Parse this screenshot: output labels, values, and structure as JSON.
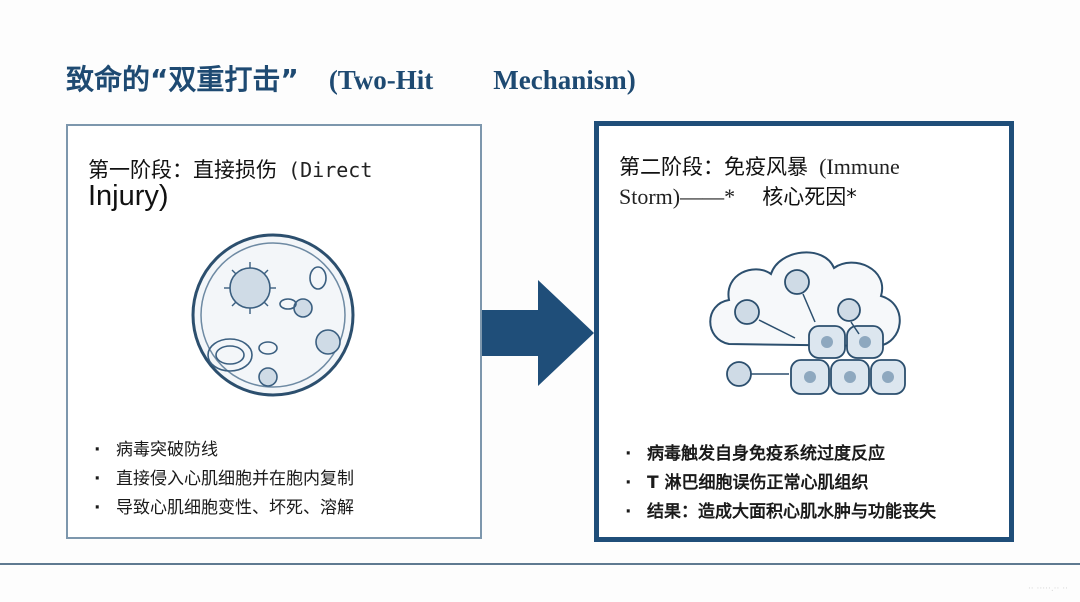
{
  "title": {
    "zh": "致命的“双重打击”",
    "en_part1": "(Two-Hit",
    "en_part2": "Mechanism)"
  },
  "left_panel": {
    "heading_zh": "第一阶段：直接损伤",
    "heading_en_1": "(Direct",
    "heading_en_2": "Injury)",
    "illustration": "virus-infected-cell-icon",
    "bullets": [
      "病毒突破防线",
      "直接侵入心肌细胞并在胞内复制",
      "导致心肌细胞变性、坏死、溶解"
    ]
  },
  "arrow": {
    "icon": "right-arrow-icon",
    "color": "#1f4e79"
  },
  "right_panel": {
    "heading_zh": "第二阶段：免疫风暴",
    "heading_en_1": "(Immune",
    "heading_en_2": "Storm)——*",
    "heading_emphasis": "核心死因*",
    "illustration": "immune-storm-icon",
    "bullets": [
      "病毒触发自身免疫系统过度反应",
      "T 淋巴细胞误伤正常心肌组织",
      "结果：造成大面积心肌水肿与功能丧失"
    ]
  },
  "watermark": "·· ·····.·· ··",
  "colors": {
    "accent": "#1f4e79",
    "title": "#1e4a72",
    "border_light": "#7d97ad"
  }
}
